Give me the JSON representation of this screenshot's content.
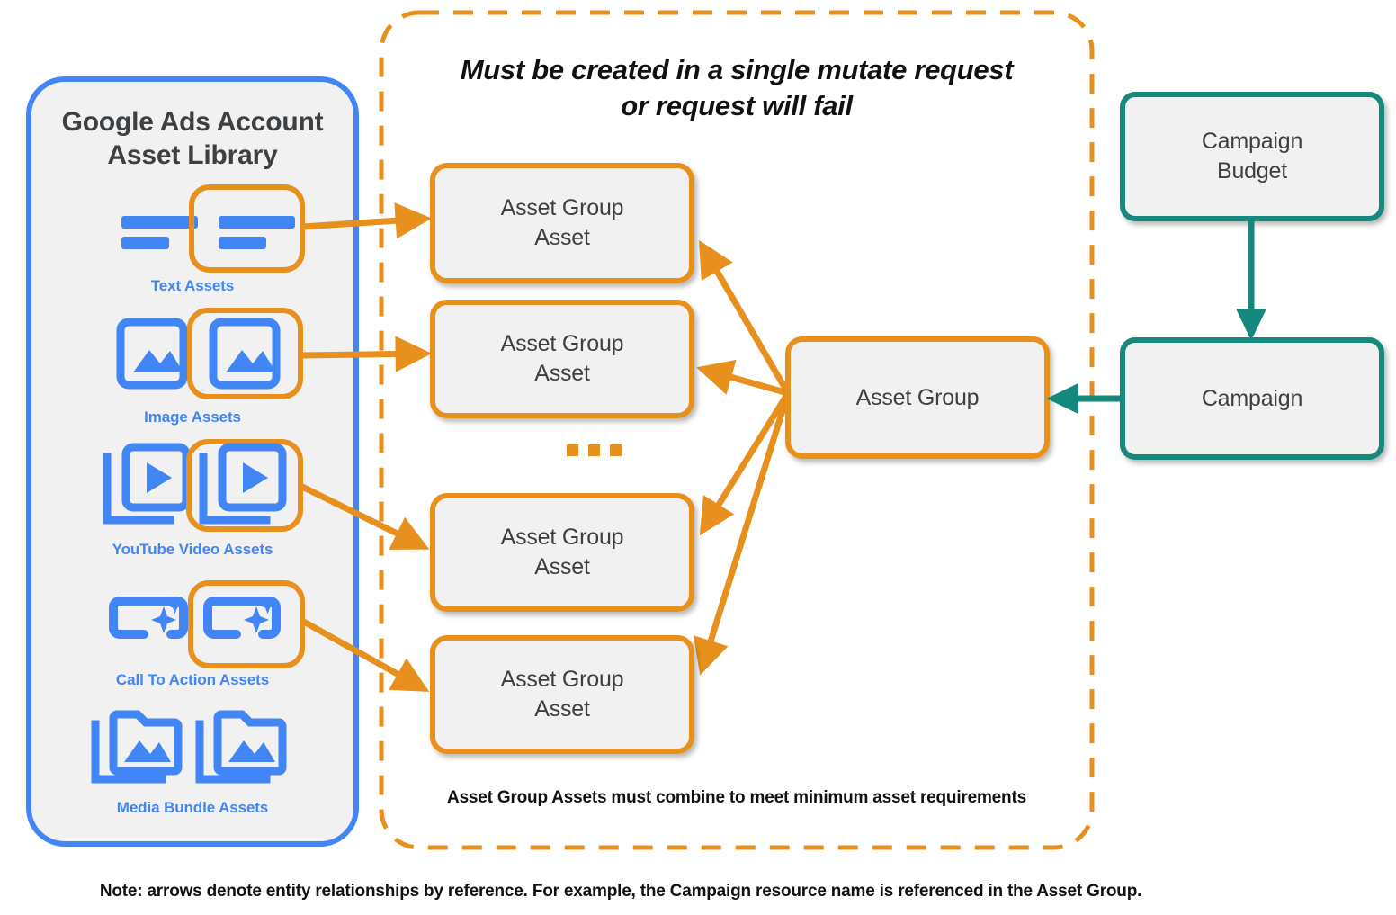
{
  "diagram": {
    "title_note": "Must be created in a single mutate request or request will fail",
    "header_line1": "Must be created in a single mutate request",
    "header_line2": "or request will fail",
    "footer_note": "Asset Group Assets must combine to meet minimum asset requirements",
    "page_footnote": "Note: arrows denote entity relationships by reference. For example, the Campaign resource name is referenced in the Asset Group.",
    "ellipsis": "..."
  },
  "colors": {
    "orange": "#e8901e",
    "teal": "#14887c",
    "blue": "#4285f4",
    "box_fill": "#f1f1f1",
    "text_dark": "#3c4043"
  },
  "sidebar": {
    "title_line1": "Google Ads Account",
    "title_line2": "Asset Library",
    "title": "Google Ads Account Asset Library",
    "assets": [
      {
        "id": "text",
        "label": "Text Assets",
        "icon": "text-lines-icon",
        "highlighted": true
      },
      {
        "id": "image",
        "label": "Image Assets",
        "icon": "image-icon",
        "highlighted": true
      },
      {
        "id": "youtube",
        "label": "YouTube Video  Assets",
        "icon": "video-stack-icon",
        "highlighted": true
      },
      {
        "id": "cta",
        "label": "Call To Action Assets",
        "icon": "call-to-action-sparkle-icon",
        "highlighted": true
      },
      {
        "id": "media-bundle",
        "label": "Media Bundle  Assets",
        "icon": "folder-image-stack-icon",
        "highlighted": false
      }
    ]
  },
  "asset_group_assets": [
    {
      "line1": "Asset Group",
      "line2": "Asset"
    },
    {
      "line1": "Asset Group",
      "line2": "Asset"
    },
    {
      "line1": "Asset Group",
      "line2": "Asset"
    },
    {
      "line1": "Asset Group",
      "line2": "Asset"
    }
  ],
  "nodes": {
    "asset_group": {
      "label": "Asset Group"
    },
    "campaign_budget": {
      "line1": "Campaign",
      "line2": "Budget",
      "label": "Campaign Budget"
    },
    "campaign": {
      "label": "Campaign"
    }
  }
}
